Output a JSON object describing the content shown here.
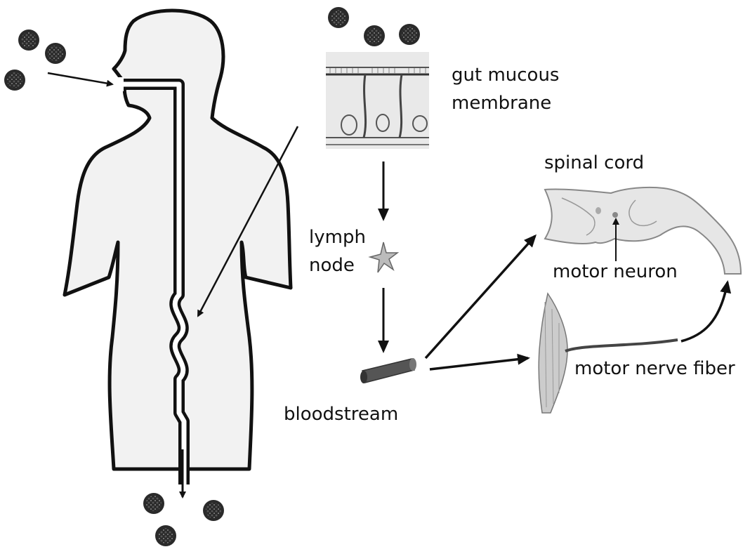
{
  "labels": {
    "gut_line1": "gut mucous",
    "gut_line2": "membrane",
    "spinal_cord": "spinal cord",
    "lymph_line1": "lymph",
    "lymph_line2": "node",
    "motor_neuron": "motor neuron",
    "motor_nerve_fiber": "motor nerve fiber",
    "bloodstream": "bloodstream"
  },
  "colors": {
    "line": "#111111",
    "body_fill": "#f2f2f2",
    "tissue_fill": "#e6e6e6",
    "particle": "#2a2a2a"
  }
}
